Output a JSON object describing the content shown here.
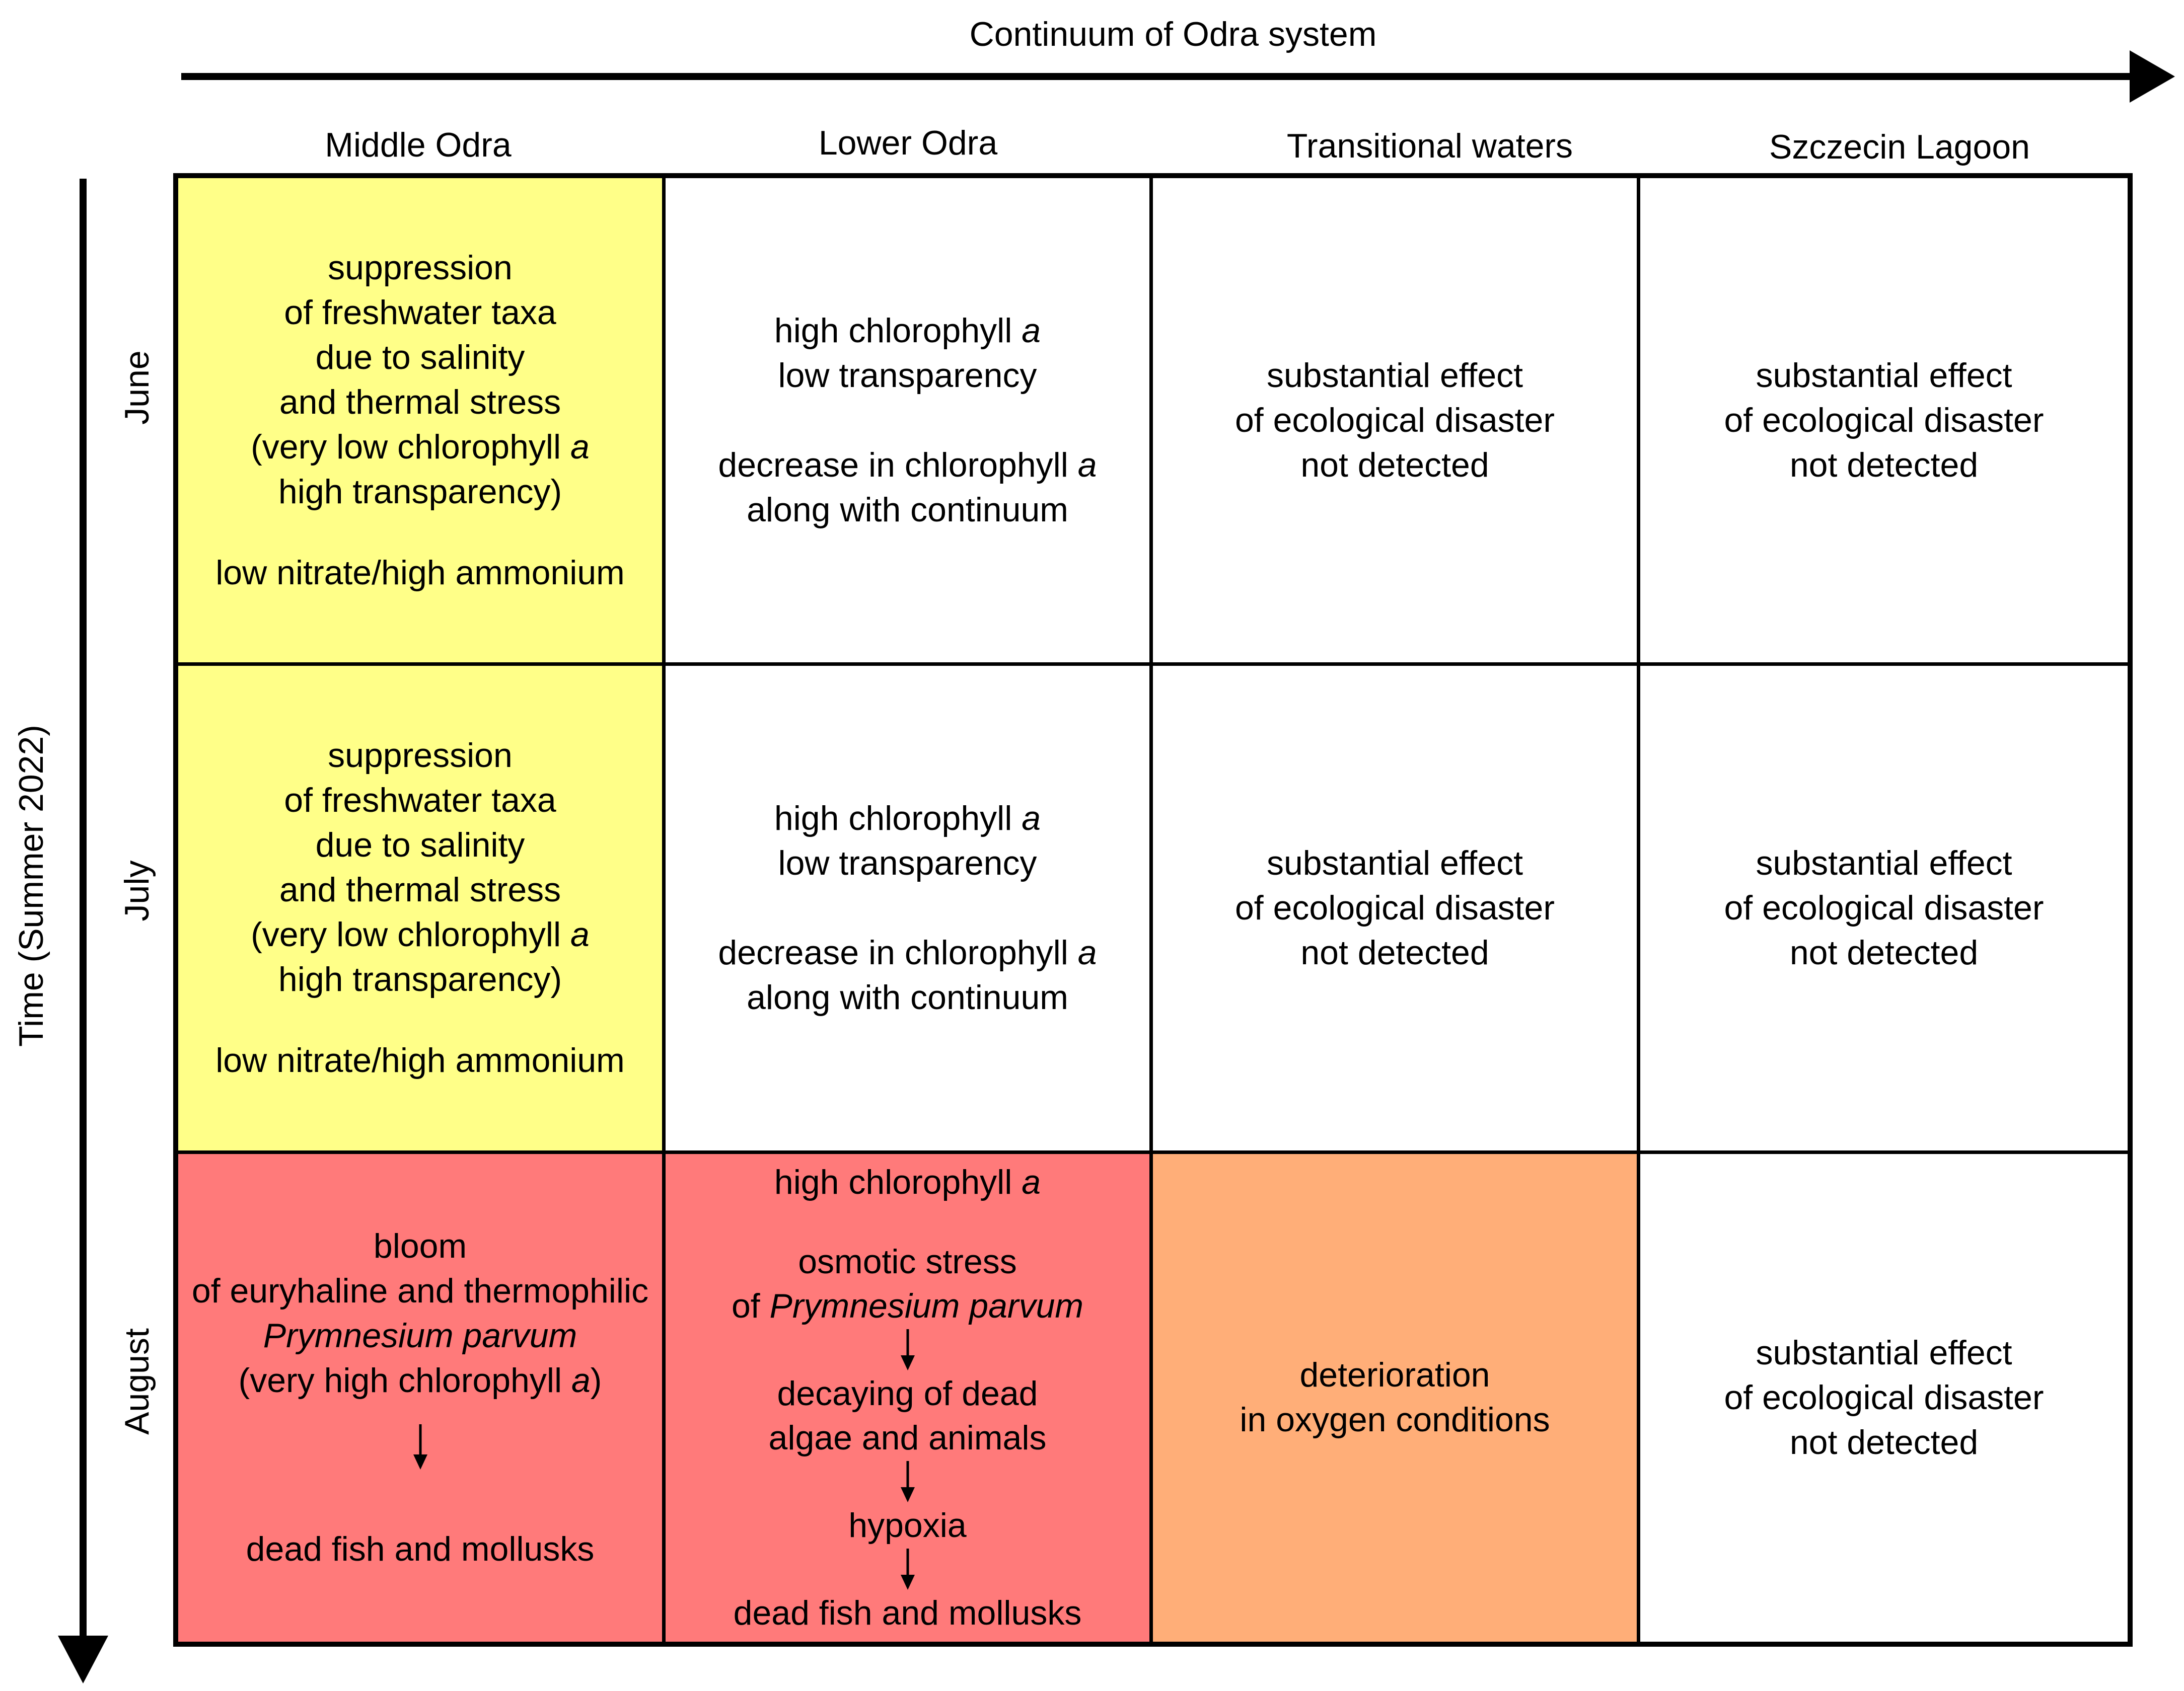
{
  "axes": {
    "horizontal_label": "Continuum of Odra system",
    "vertical_label": "Time (Summer 2022)"
  },
  "columns": [
    "Middle Odra",
    "Lower Odra",
    "Transitional waters",
    "Szczecin Lagoon"
  ],
  "rows": [
    "June",
    "July",
    "August"
  ],
  "colors": {
    "yellow": "#ffff88",
    "red": "#ff7a7a",
    "orange": "#ffae78",
    "white": "#ffffff",
    "line": "#000000"
  },
  "cells": {
    "middle_summer": {
      "l1": "suppression",
      "l2": "of freshwater taxa",
      "l3": "due to salinity",
      "l4": "and thermal stress",
      "l5_pre": "(very low chlorophyll ",
      "l5_ital": "a",
      "l6": "high transparency)",
      "l7": "low nitrate/high ammonium"
    },
    "lower_summer": {
      "l1_pre": "high chlorophyll ",
      "l1_ital": "a",
      "l2": "low transparency",
      "l3_pre": "decrease in chlorophyll ",
      "l3_ital": "a",
      "l4": "along with continuum"
    },
    "not_detected": {
      "l1": "substantial effect",
      "l2": "of ecological disaster",
      "l3": "not detected"
    },
    "middle_august": {
      "l1": "bloom",
      "l2": "of euryhaline and thermophilic",
      "l3_ital": "Prymnesium parvum",
      "l4_pre": "(very high chlorophyll ",
      "l4_ital": "a",
      "l4_post": ")",
      "l5": "dead fish and mollusks"
    },
    "lower_august": {
      "l1_pre": "high chlorophyll ",
      "l1_ital": "a",
      "l2": "osmotic stress",
      "l3_pre": "of ",
      "l3_ital": "Prymnesium parvum",
      "l4": "decaying of dead",
      "l5": "algae and animals",
      "l6": "hypoxia",
      "l7": "dead fish and mollusks"
    },
    "transitional_august": {
      "l1": "deterioration",
      "l2": "in oxygen conditions"
    }
  }
}
